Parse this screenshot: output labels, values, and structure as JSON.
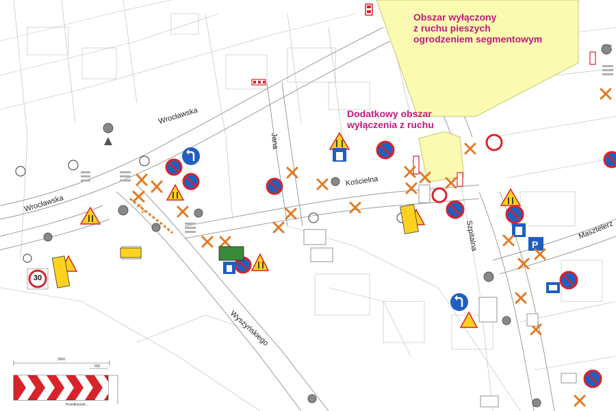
{
  "zones": {
    "main_closed": {
      "lines": [
        "Obszar wyłączony",
        "z ruchu pieszych",
        "ogrodzeniem segmentowym"
      ]
    },
    "additional_closed": {
      "lines": [
        "Dodatkowy obszar",
        "wyłączenia z ruchu"
      ]
    },
    "fill_color": "#fafab0",
    "text_color": "#c2187e"
  },
  "streets": {
    "wroclawska_upper": "Wrocławska",
    "wroclawska_left": "Wrocławska",
    "jana": "Jana",
    "koscielna": "Kościelna",
    "szpitalna": "Szpitalna",
    "masztelerz": "Masztelerz",
    "wyszynskiego": "Wyszyńskiego"
  },
  "signs": {
    "speed_limit": "30",
    "detour_label": "P 4"
  },
  "drawing": {
    "dim_total": "3000",
    "dim_segment": "600",
    "note": "Przedłużenie..."
  },
  "colors": {
    "no_stopping_blue": "#1f5fbf",
    "prohibition_red": "#d8232a",
    "warning_yellow": "#ffd21f",
    "cross_orange": "#e07a22"
  }
}
